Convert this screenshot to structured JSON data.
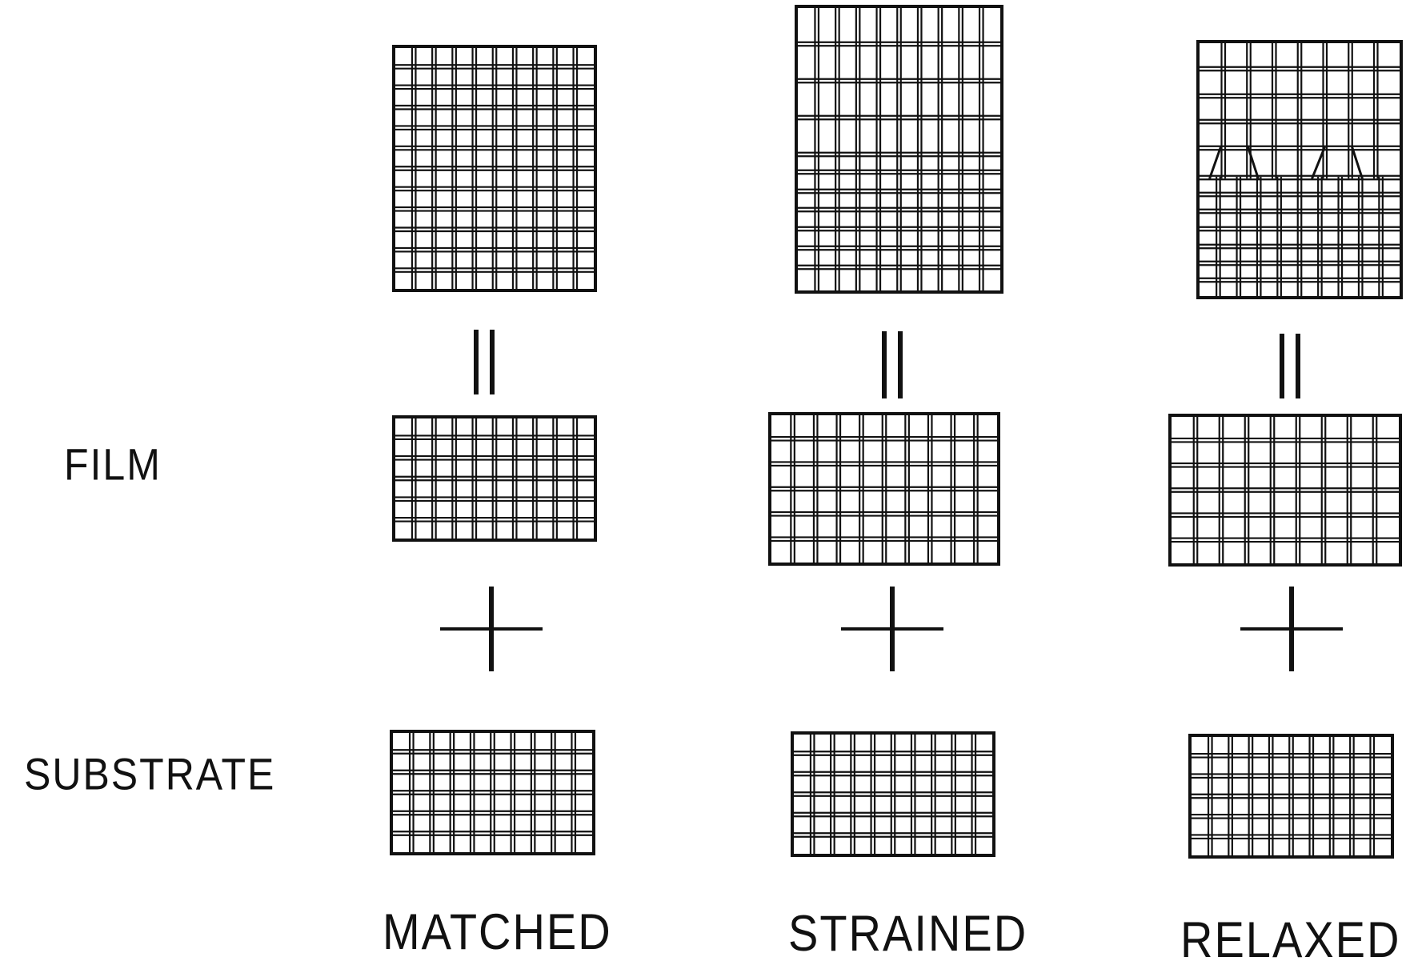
{
  "labels": {
    "film": "FILM",
    "substrate": "SUBSTRATE",
    "matched": "MATCHED",
    "strained": "STRAINED",
    "relaxed": "RELAXED"
  },
  "colors": {
    "ink": "#111111",
    "paper": "#ffffff"
  },
  "structure": {
    "columns": [
      "matched",
      "strained",
      "relaxed"
    ],
    "rows": [
      "composite",
      "equals-sign",
      "film",
      "plus-sign",
      "substrate"
    ],
    "lattice_columns": {
      "matched": {
        "composite": 10,
        "film": 10,
        "substrate": 10
      },
      "strained": {
        "composite": 10,
        "film": 10,
        "substrate": 10
      },
      "relaxed": {
        "composite": 8,
        "film": 9,
        "substrate": 10
      }
    }
  }
}
